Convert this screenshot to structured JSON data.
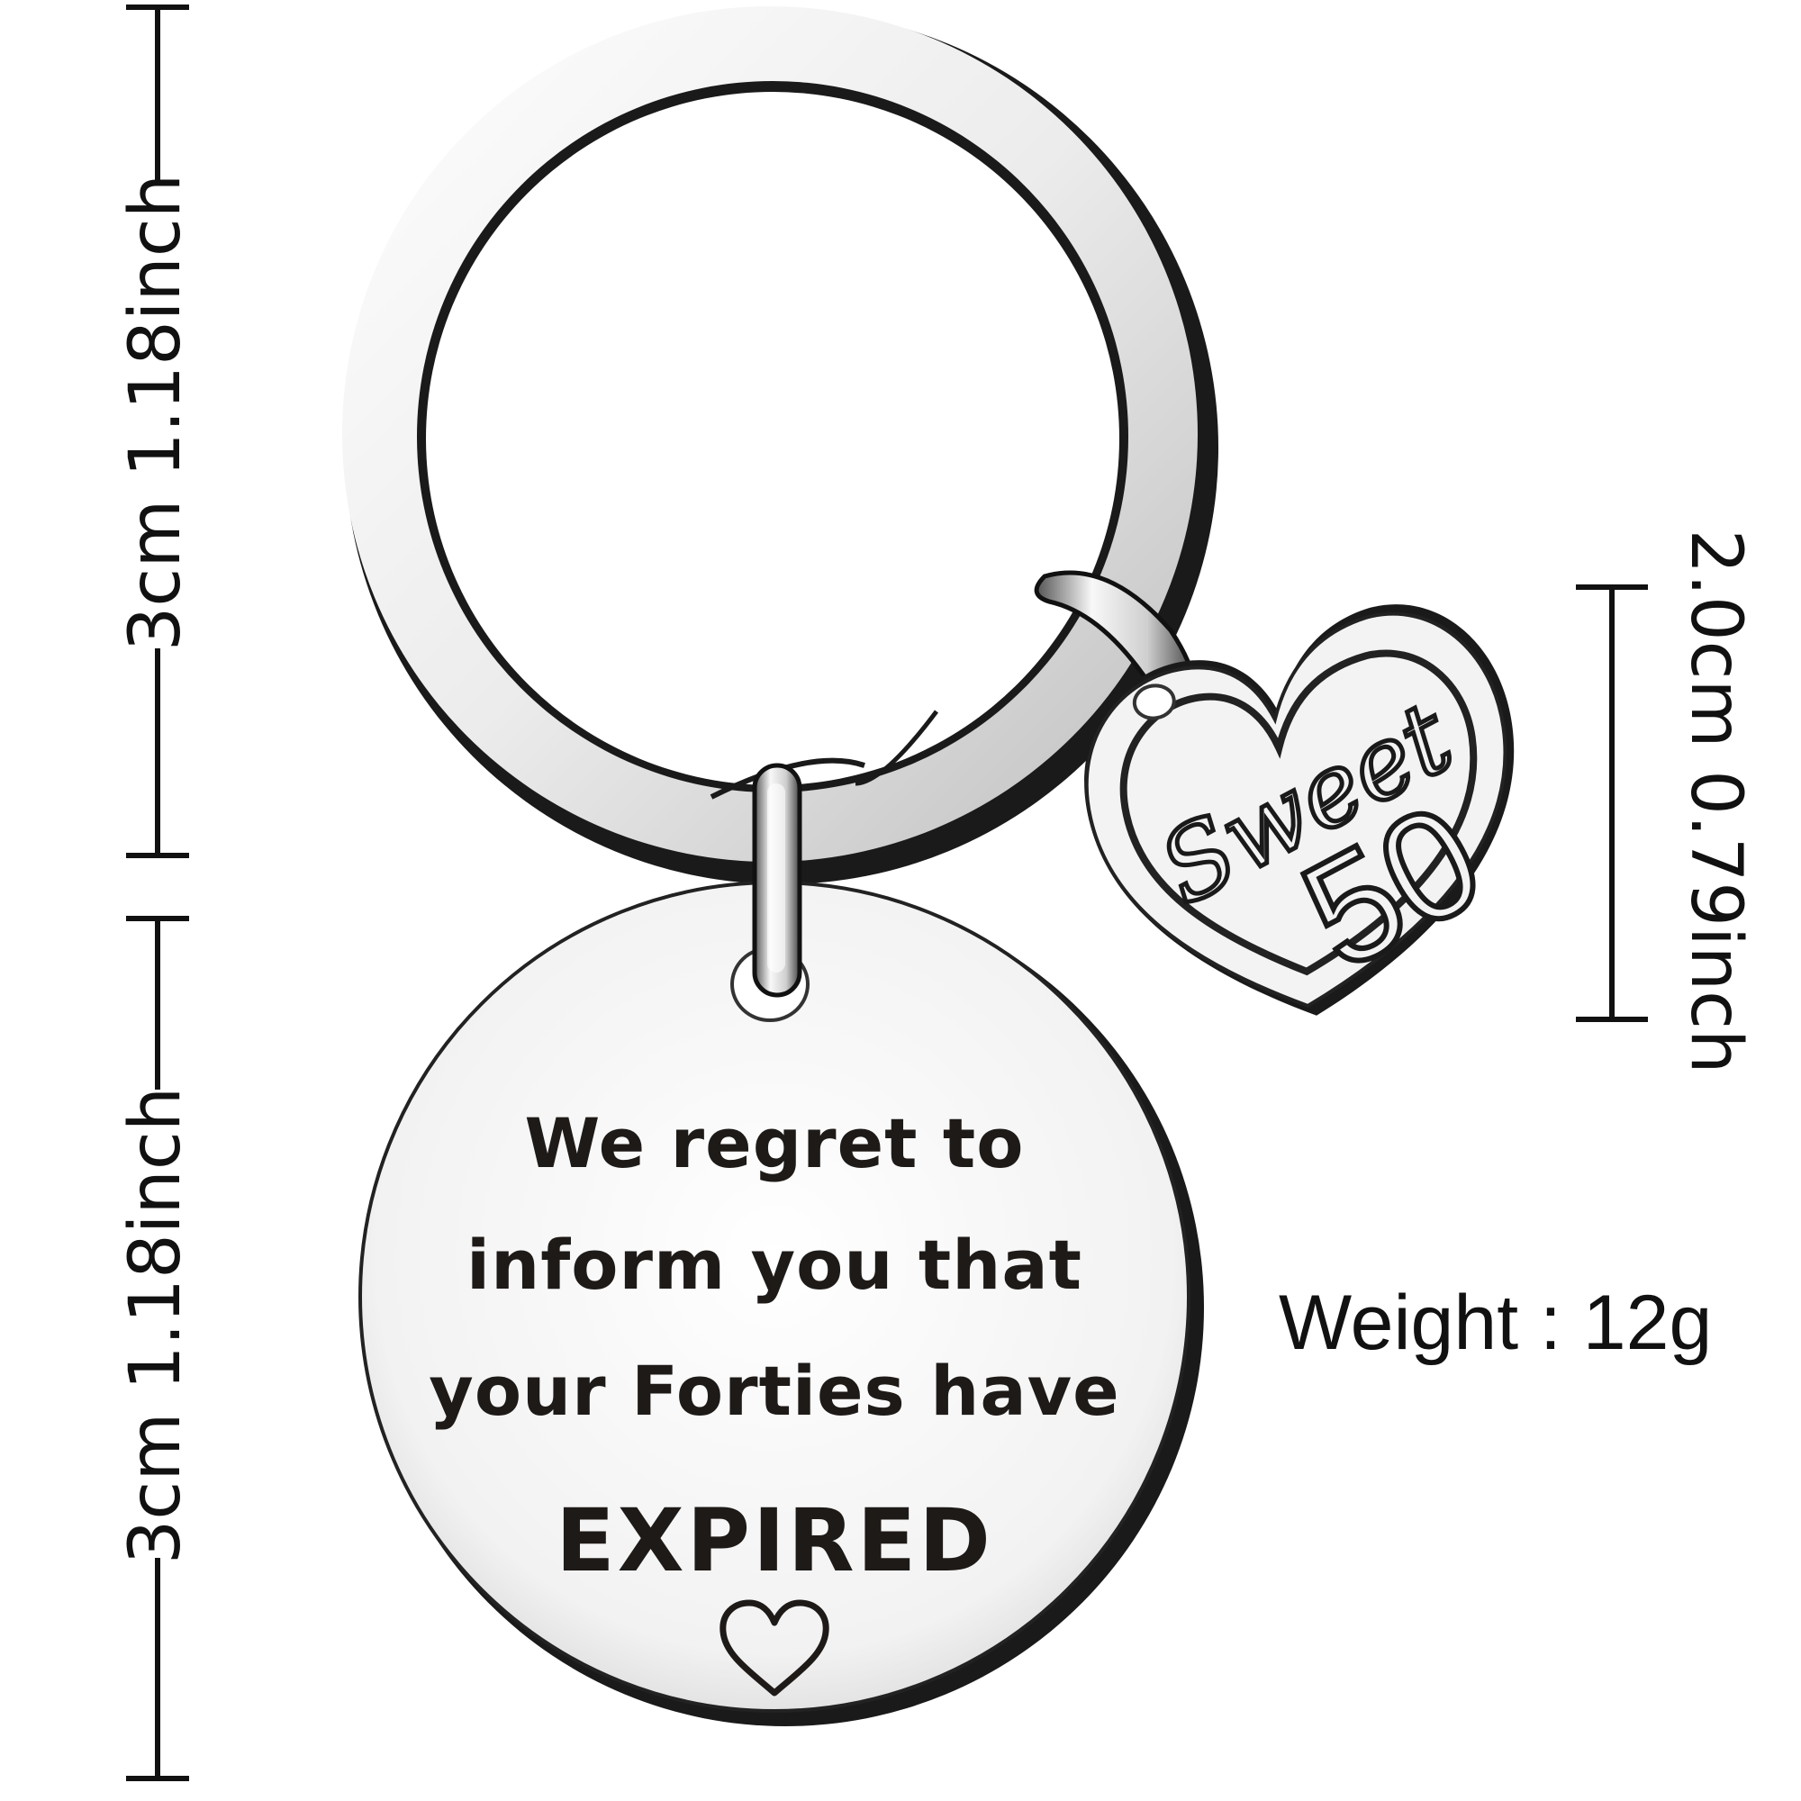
{
  "dimensions": {
    "ring_height": "3cm 1.18inch",
    "tag_height": "3cm 1.18inch",
    "charm_height": "2.0cm 0.79inch",
    "weight": "Weight : 12g"
  },
  "tag": {
    "lines": [
      "We regret to",
      "inform you that",
      "your Forties have"
    ],
    "emphasis": "EXPIRED"
  },
  "charm": {
    "text": "Sweet",
    "number": "50"
  },
  "colors": {
    "metal_light": "#f4f4f4",
    "metal_dark": "#1a1a1a",
    "ink": "#1e1a18"
  },
  "icons": [
    "heart-icon"
  ]
}
